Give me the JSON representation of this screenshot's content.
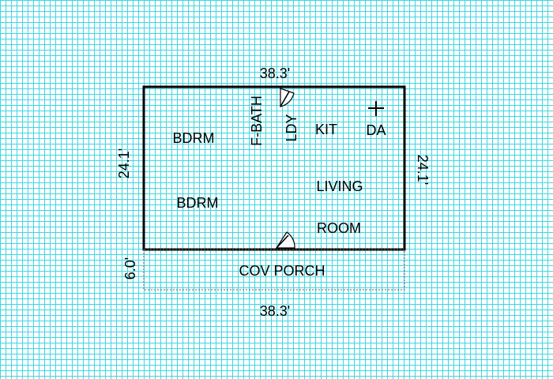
{
  "dimensions": {
    "top_width": "38.3'",
    "bottom_width": "38.3'",
    "left_depth": "24.1'",
    "right_depth": "24.1'",
    "porch_depth": "6.0'"
  },
  "rooms": {
    "bedroom_1": "BDRM",
    "bedroom_2": "BDRM",
    "full_bath": "F-BATH",
    "laundry": "LDY",
    "kitchen": "KIT",
    "dining_area": "DA",
    "living_line1": "LIVING",
    "living_line2": "ROOM",
    "porch": "COV PORCH"
  },
  "colors": {
    "grid": "#3fd6e0",
    "wall": "#000000"
  },
  "icons": [
    "door-swing-icon",
    "table-fixture-icon"
  ]
}
